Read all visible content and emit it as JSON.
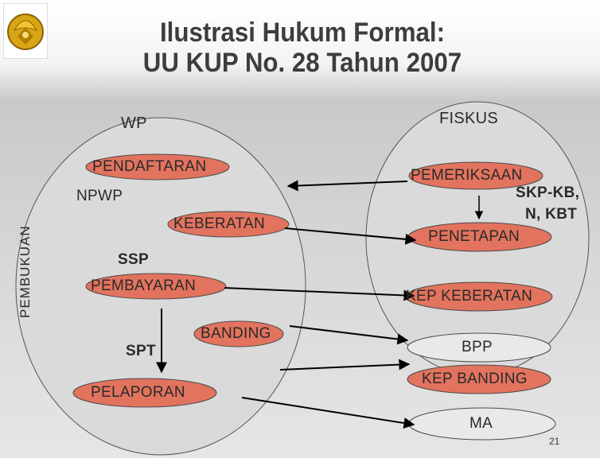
{
  "slide": {
    "title_line1": "Ilustrasi Hukum Formal:",
    "title_line2": "UU KUP No. 28 Tahun 2007",
    "page_number": "21"
  },
  "diagram": {
    "wp_label": "WP",
    "fiskus_label": "FISKUS",
    "pembukuan_label": "PEMBUKUAN",
    "wp_nodes": {
      "pendaftaran": "PENDAFTARAN",
      "npwp": "NPWP",
      "keberatan": "KEBERATAN",
      "ssp": "SSP",
      "pembayaran": "PEMBAYARAN",
      "banding": "BANDING",
      "spt": "SPT",
      "pelaporan": "PELAPORAN"
    },
    "fiskus_nodes": {
      "pemeriksaan": "PEMERIKSAAN",
      "skp_line1": "SKP-KB,",
      "skp_line2": "N, KBT",
      "penetapan": "PENETAPAN",
      "kep_keberatan": "KEP KEBERATAN",
      "bpp": "BPP",
      "kep_banding": "KEP BANDING",
      "ma": "MA"
    },
    "colors": {
      "node_fill": "#e2735e",
      "node_border": "#4a4a4a",
      "light_fill": "#e9e9e9",
      "circle_fill": "#dadada",
      "arrow": "#000000"
    }
  }
}
